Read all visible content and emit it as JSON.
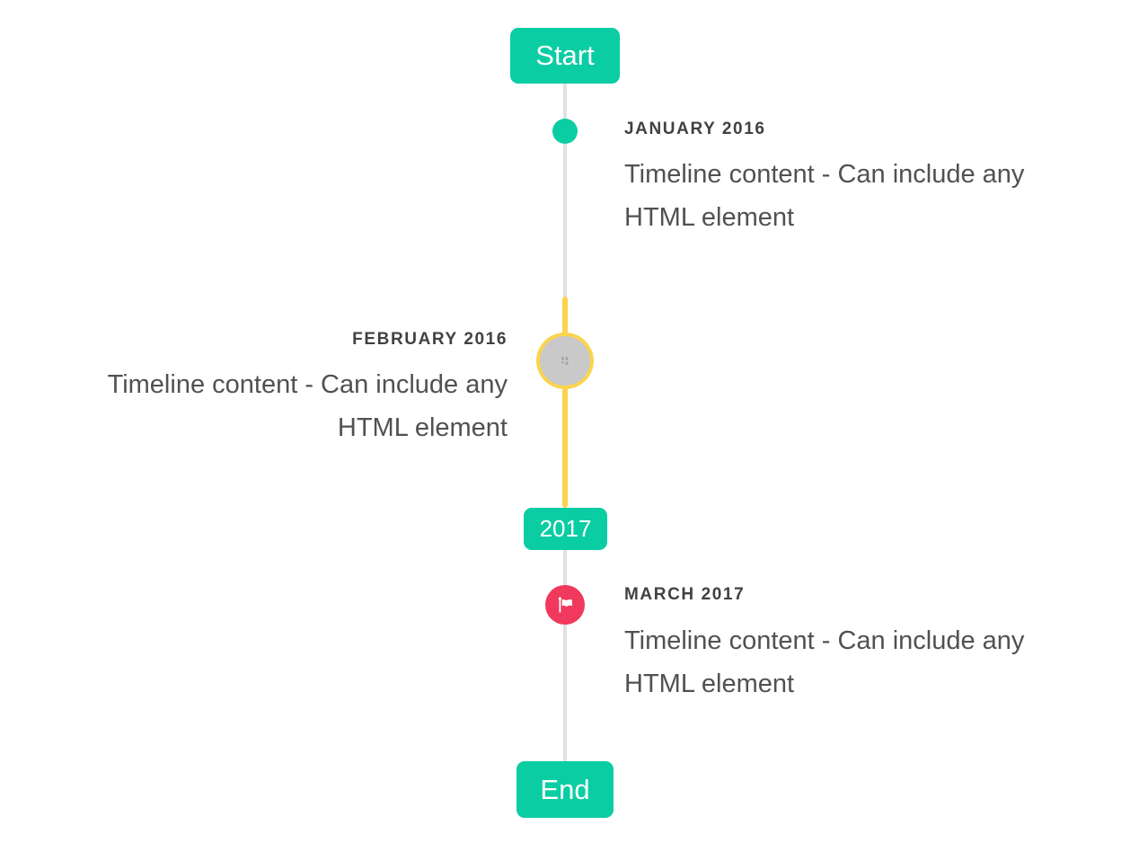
{
  "timeline": {
    "start_badge": "Start",
    "year_badge": "2017",
    "end_badge": "End",
    "items": [
      {
        "id": "january-2016",
        "side": "right",
        "bullet": "teal-dot",
        "title": "JANUARY 2016",
        "content": "Timeline content - Can include any HTML element"
      },
      {
        "id": "february-2016",
        "side": "left",
        "bullet": "gray-circle-yellow-ring-broken-image",
        "title": "FEBRUARY 2016",
        "content": "Timeline content - Can include any HTML element"
      },
      {
        "id": "march-2017",
        "side": "right",
        "bullet": "red-circle-flag",
        "title": "MARCH 2017",
        "content": "Timeline content - Can include any HTML element"
      }
    ],
    "icons": {
      "flag": "flag-icon",
      "broken_image": "broken-image-icon"
    },
    "colors": {
      "accent_teal": "#0bcda3",
      "highlight_yellow": "#fbd44e",
      "flag_red": "#f0395c",
      "line_gray": "#e1e1e1",
      "bullet_fill_gray": "#c9c9c9",
      "title_text": "#414141",
      "content_text": "#515151",
      "badge_text": "#ffffff"
    }
  }
}
